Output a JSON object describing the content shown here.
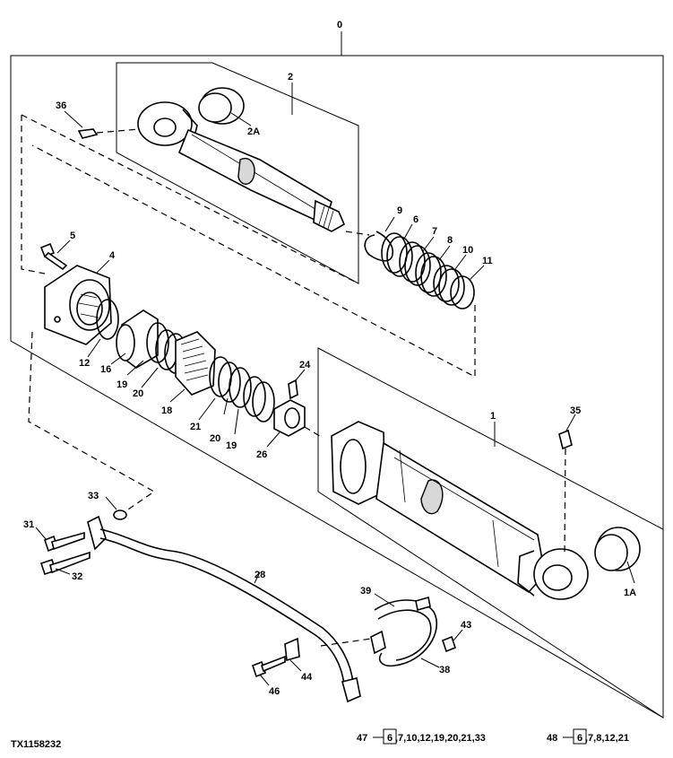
{
  "figure_id": "TX1158232",
  "callouts": {
    "assembly": "0",
    "rod_group": "2",
    "rod_bushing": "2A",
    "barrel_group": "1",
    "barrel_bushing": "1A",
    "c36": "36",
    "c5": "5",
    "c4": "4",
    "c9": "9",
    "c6": "6",
    "c7": "7",
    "c8": "8",
    "c10": "10",
    "c11": "11",
    "c12": "12",
    "c16": "16",
    "c19a": "19",
    "c20a": "20",
    "c18": "18",
    "c21": "21",
    "c20b": "20",
    "c19b": "19",
    "c26": "26",
    "c24": "24",
    "c35": "35",
    "c33": "33",
    "c31": "31",
    "c32": "32",
    "c28": "28",
    "c39": "39",
    "c43": "43",
    "c38": "38",
    "c44": "44",
    "c46": "46"
  },
  "kits": [
    {
      "item": "47",
      "first": "6",
      "rest": ",7,10,12,19,20,21,33"
    },
    {
      "item": "48",
      "first": "6",
      "rest": ",7,8,12,21"
    }
  ]
}
